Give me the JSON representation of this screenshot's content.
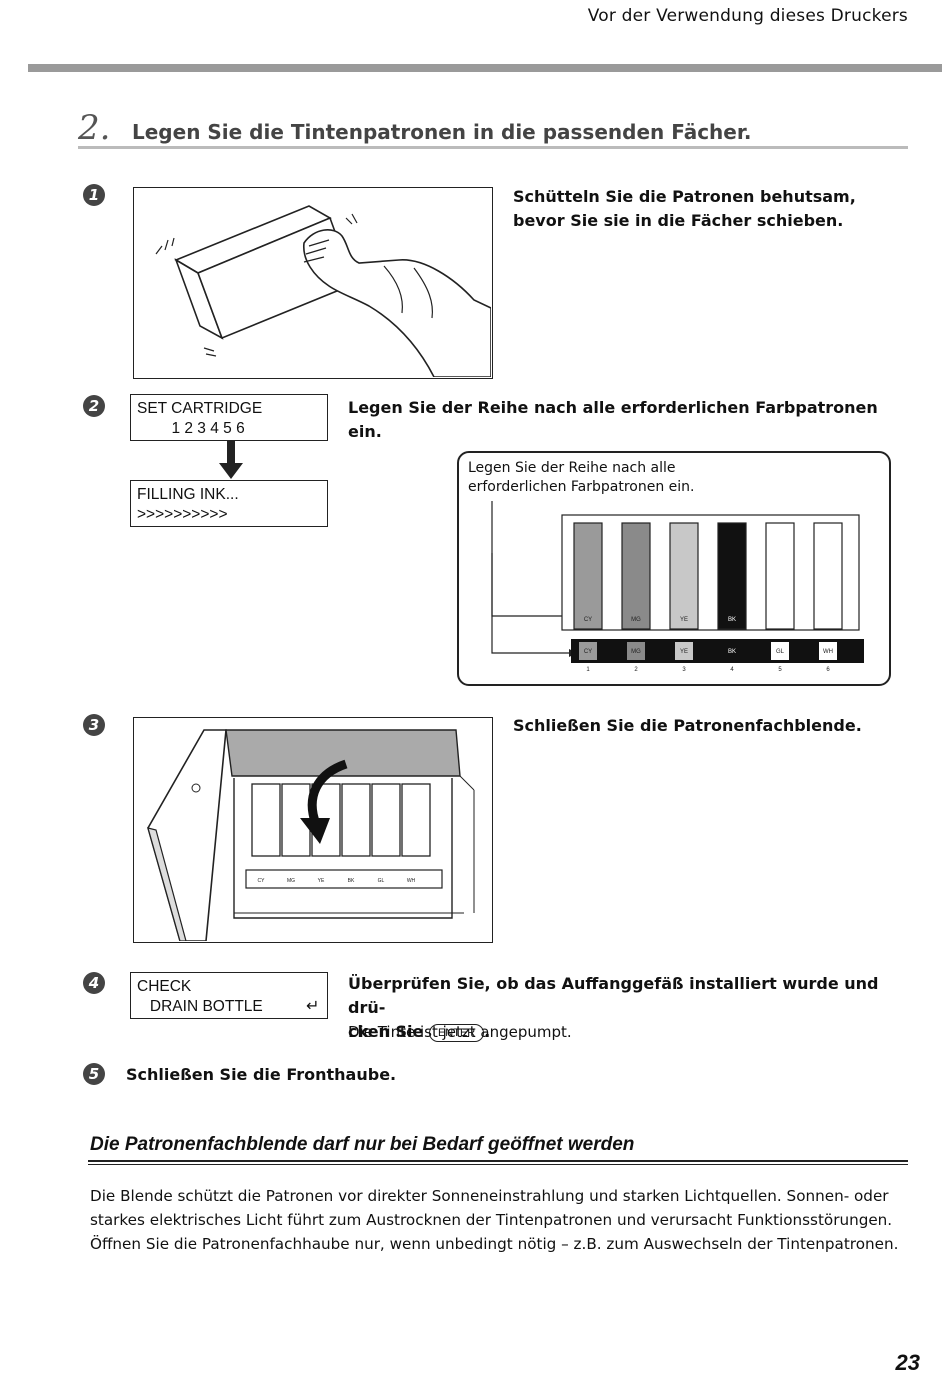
{
  "header": {
    "title": "Vor der Verwendung dieses Druckers"
  },
  "section": {
    "number": "2.",
    "title": "Legen Sie die Tintenpatronen in die passenden Fächer."
  },
  "steps": [
    {
      "marker": "1",
      "text": "Schütteln Sie die Patronen behutsam, bevor Sie sie in die Fächer schieben."
    },
    {
      "marker": "2",
      "text": "Legen Sie der Reihe nach alle erforderlichen Farbpatronen ein.",
      "lcd_top": "SET CARTRIDGE\n        1 2 3 4 5 6",
      "lcd_bottom": "FILLING INK...\n>>>>>>>>>>",
      "callout": "Legen Sie der Reihe nach alle erforderlichen Farbpatronen ein.",
      "cartridges": [
        {
          "code": "CY",
          "num": "1",
          "color": "#9a9a9a"
        },
        {
          "code": "MG",
          "num": "2",
          "color": "#8a8a8a"
        },
        {
          "code": "YE",
          "num": "3",
          "color": "#c8c8c8"
        },
        {
          "code": "BK",
          "num": "4",
          "color": "#111111"
        },
        {
          "code": "GL",
          "num": "5",
          "color": "#ffffff"
        },
        {
          "code": "WH",
          "num": "6",
          "color": "#ffffff"
        }
      ]
    },
    {
      "marker": "3",
      "text": "Schließen Sie die Patronenfachblende.",
      "slot_labels": [
        "CY",
        "MG",
        "YE",
        "BK",
        "GL",
        "WH"
      ]
    },
    {
      "marker": "4",
      "text_a": "Überprüfen Sie, ob das Auffanggefäß installiert wurde und drü-",
      "text_b": "cken Sie",
      "key": "ENTER",
      "text_c": ".",
      "note": "Die Tinte ist jetzt angepumpt.",
      "lcd": "CHECK\n   DRAIN BOTTLE"
    },
    {
      "marker": "5",
      "text": "Schließen Sie die Fronthaube."
    }
  ],
  "tip": {
    "title": "Die Patronenfachblende darf nur bei Bedarf geöffnet werden",
    "body": "Die Blende schützt die Patronen vor direkter Sonneneinstrahlung und starken Lichtquellen. Sonnen- oder starkes elektrisches Licht führt zum Austrocknen der Tintenpatronen und verursacht Funktionsstörungen. Öffnen Sie die Patronenfachhaube nur, wenn unbedingt nötig – z.B. zum Auswechseln der Tintenpatronen."
  },
  "page_number": "23"
}
